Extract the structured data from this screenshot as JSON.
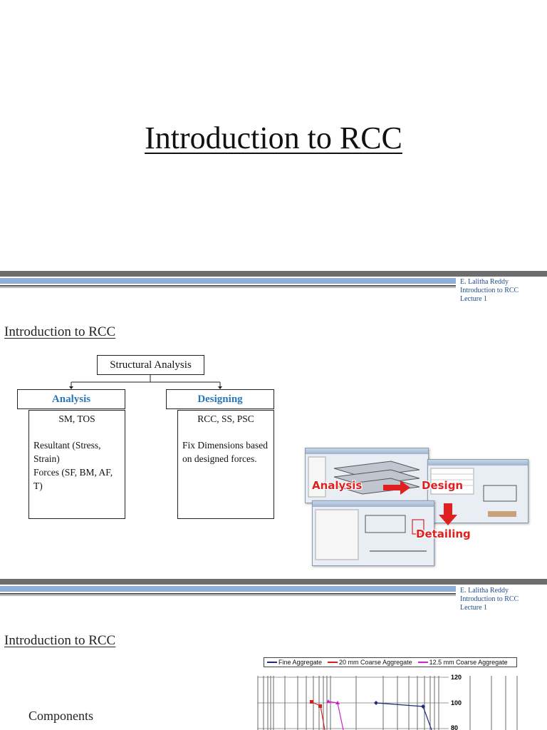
{
  "slide1": {
    "title": "Introduction to RCC"
  },
  "footer": {
    "author": "E. Lalitha Reddy",
    "course": "Introduction to RCC",
    "lecture": "Lecture 1"
  },
  "slide2": {
    "heading": "Introduction to RCC",
    "root": "Structural Analysis",
    "analysis": {
      "label": "Analysis",
      "line1": "SM, TOS",
      "line2": "Resultant (Stress, Strain)",
      "line3": "Forces (SF, BM, AF, T)"
    },
    "designing": {
      "label": "Designing",
      "line1": "RCC, SS, PSC",
      "line2": "Fix Dimensions based on designed forces."
    },
    "image_labels": {
      "analysis": "Analysis",
      "design": "Design",
      "detailing": "Detailing"
    }
  },
  "slide3": {
    "heading": "Introduction to RCC",
    "components": "Components",
    "legend": [
      {
        "name": "Fine Aggregate",
        "color": "#1f2a7a"
      },
      {
        "name": "20 mm Coarse Aggregate",
        "color": "#d42020"
      },
      {
        "name": "12.5 mm Coarse Aggregate",
        "color": "#d020d0"
      }
    ],
    "y_ticks": [
      "120",
      "100",
      "80"
    ]
  },
  "colors": {
    "accent_blue": "#2e75b6",
    "band_gray": "#6d6d6d",
    "band_blue": "#8eb0d6"
  }
}
